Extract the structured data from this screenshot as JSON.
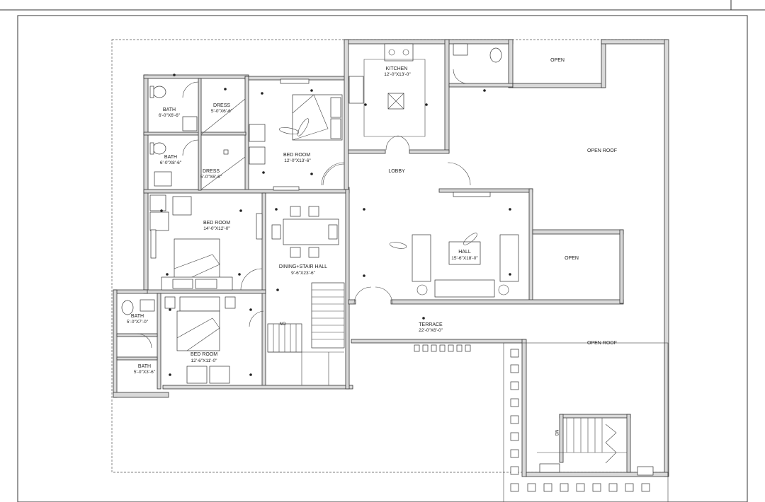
{
  "drawing": {
    "rooms": {
      "kitchen": {
        "name": "KITCHEN",
        "size": "12'-0\"X13'-0\""
      },
      "open_top": {
        "name": "OPEN"
      },
      "dress_1": {
        "name": "DRESS",
        "size": "5'-0\"X6'-6\""
      },
      "bath_1": {
        "name": "BATH",
        "size": "6'-0\"X6'-6\""
      },
      "bed_room_1": {
        "name": "BED ROOM",
        "size": "12'-0\"X13'-6\""
      },
      "open_roof_1": {
        "name": "OPEN ROOF"
      },
      "bath_2": {
        "name": "BATH",
        "size": "6'-0\"X8'-6\""
      },
      "dress_2": {
        "name": "DRESS",
        "size": "5'-0\"X6'-6\""
      },
      "lobby": {
        "name": "LOBBY"
      },
      "bed_room_2": {
        "name": "BED ROOM",
        "size": "14'-0\"X12'-0\""
      },
      "hall": {
        "name": "HALL",
        "size": "15'-6\"X18'-0\""
      },
      "open_right": {
        "name": "OPEN"
      },
      "dining": {
        "name": "DINING+STAIR HALL",
        "size": "9'-6\"X23'-6\""
      },
      "bath_3": {
        "name": "BATH",
        "size": "5'-0\"X7'-0\""
      },
      "terrace": {
        "name": "TERRACE",
        "size": "22'-0\"X6'-0\""
      },
      "open_roof_2": {
        "name": "OPEN ROOF"
      },
      "bath_4": {
        "name": "BATH",
        "size": "5'-0\"X3'-6\""
      },
      "bed_room_3": {
        "name": "BED ROOM",
        "size": "12'-6\"X11'-0\""
      }
    },
    "stair_up_1": "NO",
    "stair_up_2": "NG"
  }
}
